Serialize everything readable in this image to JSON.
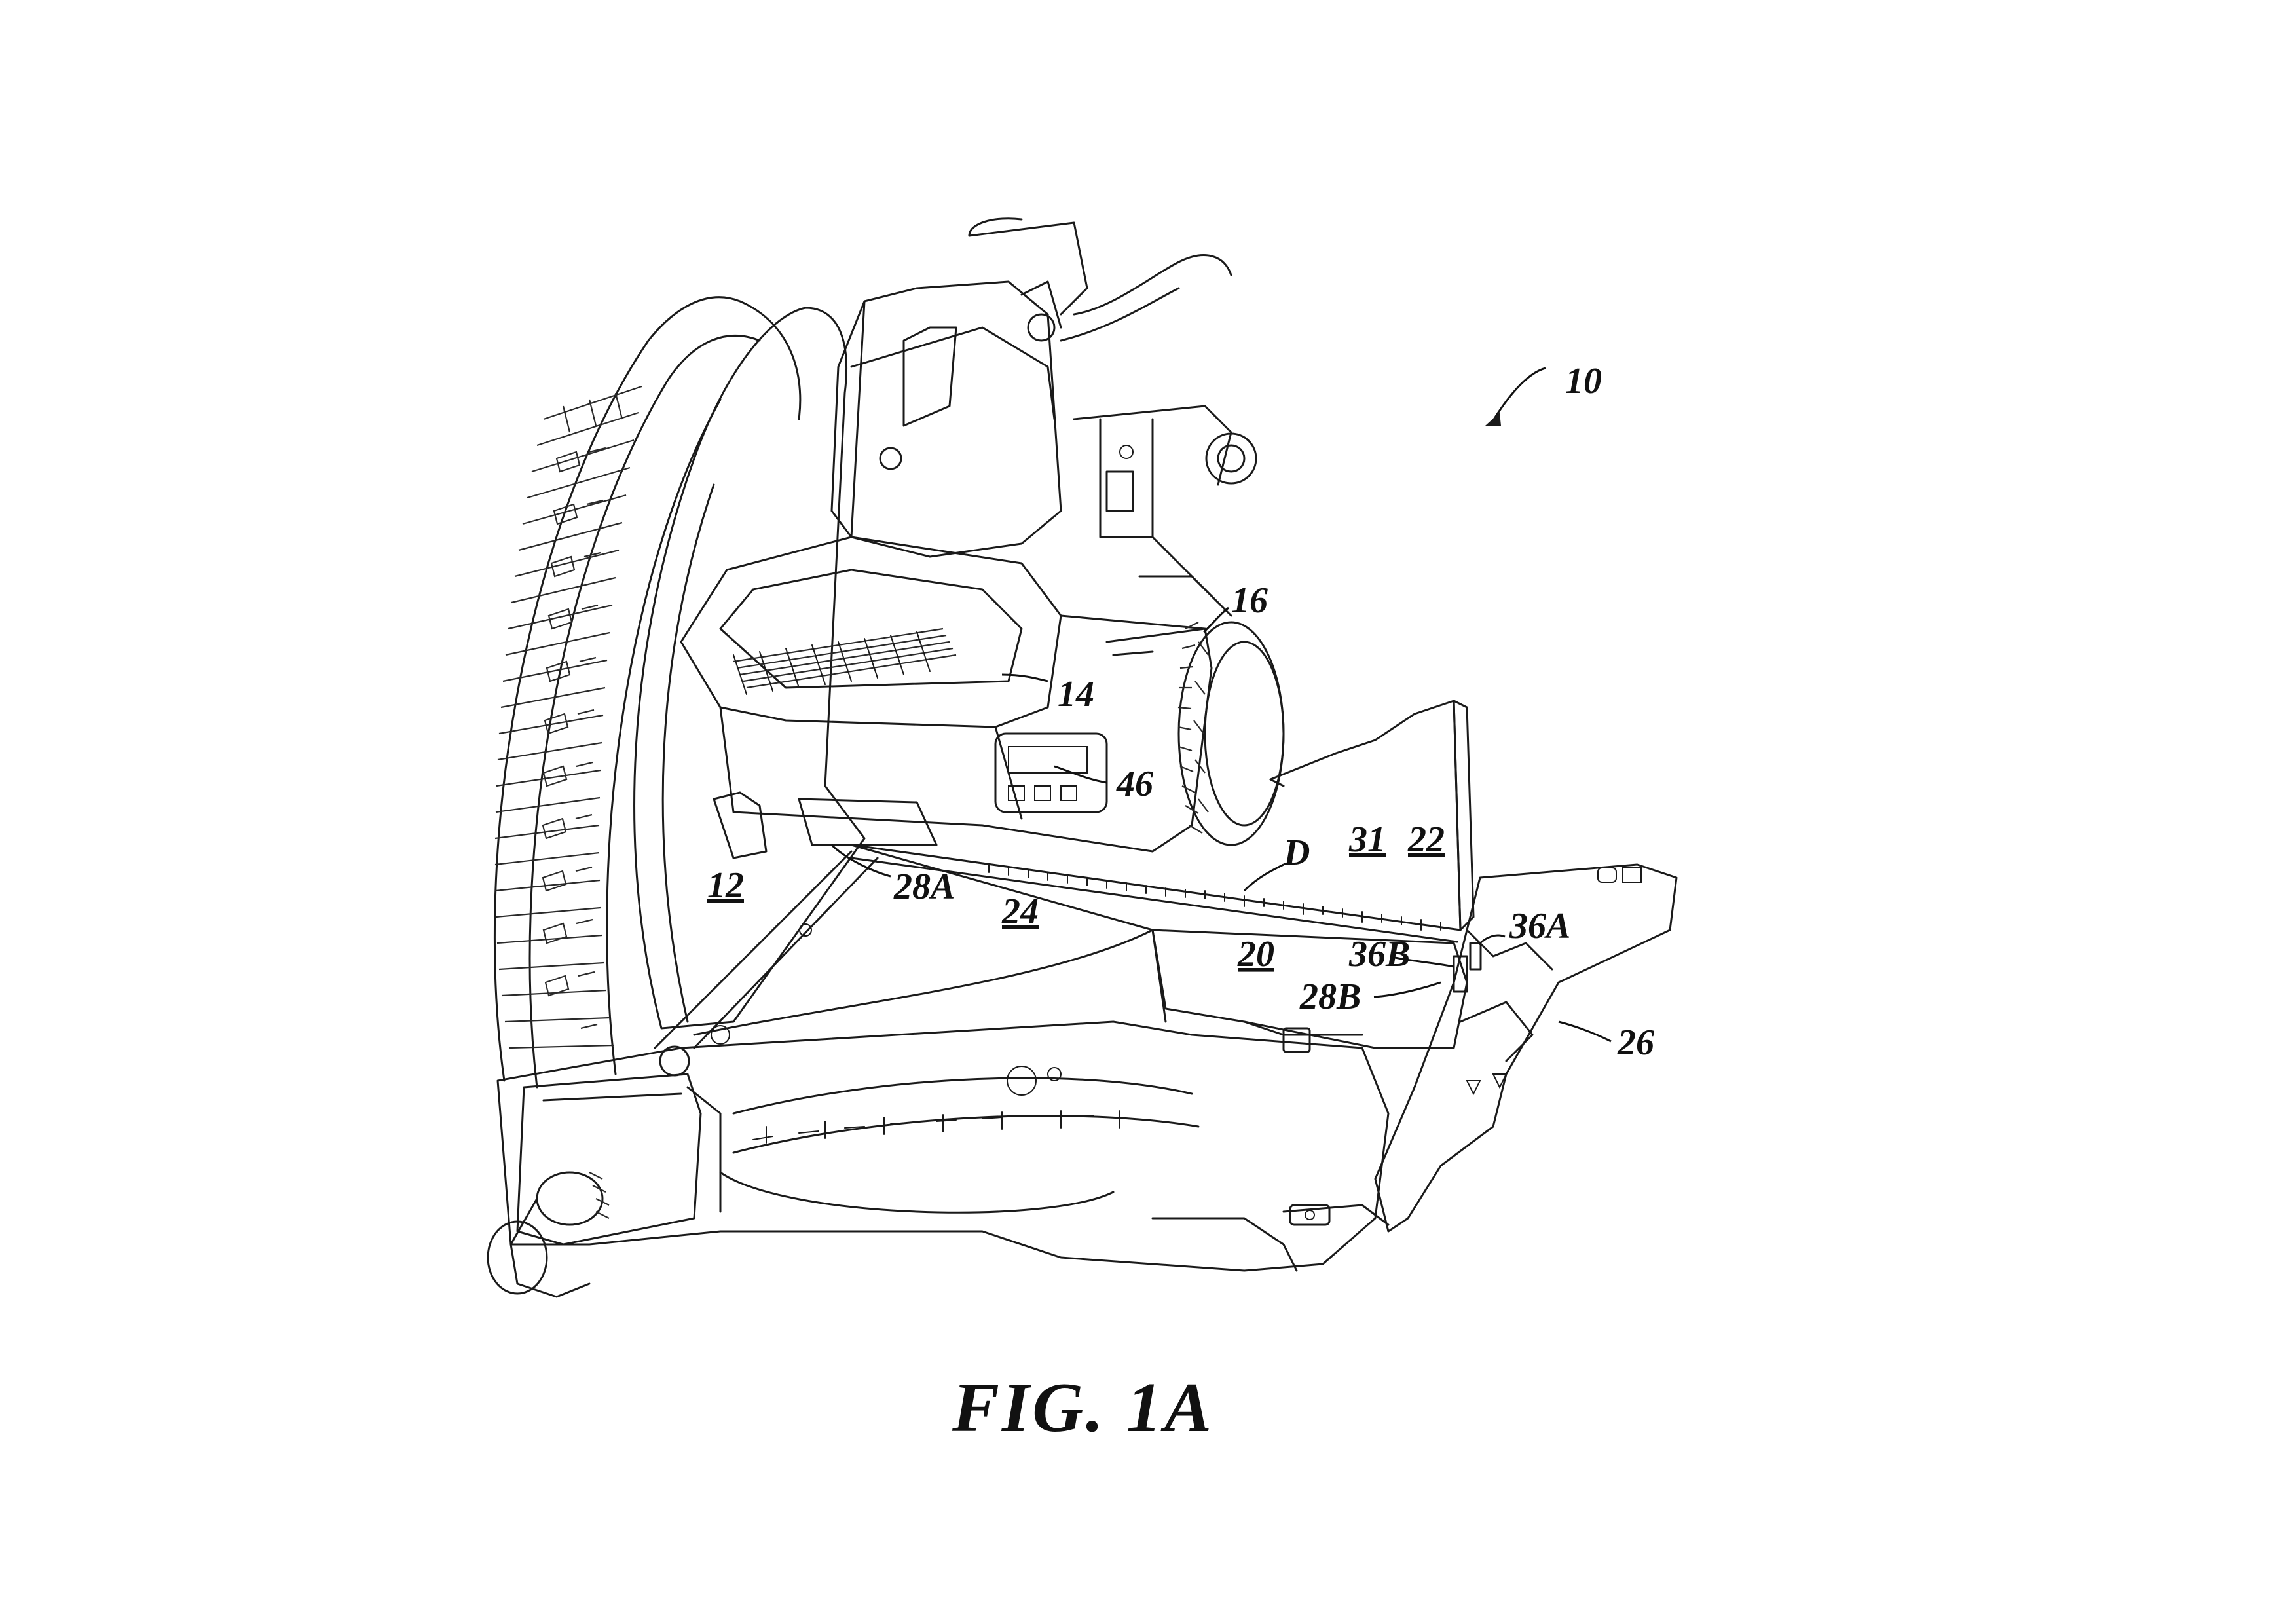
{
  "figure": {
    "caption": "FIG. 1A",
    "subject": "miter saw",
    "ink_color": "#1a1a1a",
    "background_color": "#ffffff"
  },
  "labels": {
    "ref_10": "10",
    "ref_12": "12",
    "ref_14": "14",
    "ref_16": "16",
    "ref_20": "20",
    "ref_22": "22",
    "ref_24": "24",
    "ref_26": "26",
    "ref_28a": "28A",
    "ref_28b": "28B",
    "ref_31": "31",
    "ref_36a": "36A",
    "ref_36b": "36B",
    "ref_46": "46",
    "ref_d": "D"
  }
}
